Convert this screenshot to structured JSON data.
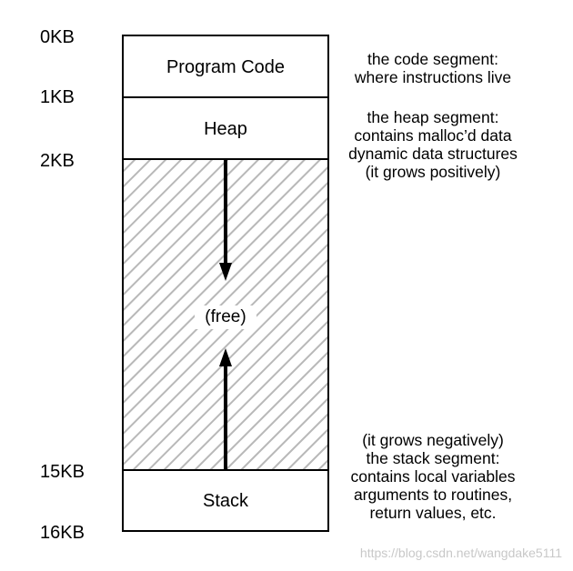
{
  "address_labels": [
    "0KB",
    "1KB",
    "2KB",
    "15KB",
    "16KB"
  ],
  "segments": {
    "code": "Program Code",
    "heap": "Heap",
    "free": "(free)",
    "stack": "Stack"
  },
  "annotations": {
    "code": [
      "the code segment:",
      "where instructions live"
    ],
    "heap": [
      "the heap segment:",
      "contains malloc’d data",
      "dynamic data structures",
      "(it grows positively)"
    ],
    "stack": [
      "(it grows negatively)",
      "the stack segment:",
      "contains local variables",
      "arguments to routines,",
      "return values, etc."
    ]
  },
  "watermark": "https://blog.csdn.net/wangdake5111",
  "colors": {
    "line": "#000000",
    "hatch": "#b8b8b8",
    "background": "#ffffff",
    "watermark": "#c8c8c8"
  }
}
